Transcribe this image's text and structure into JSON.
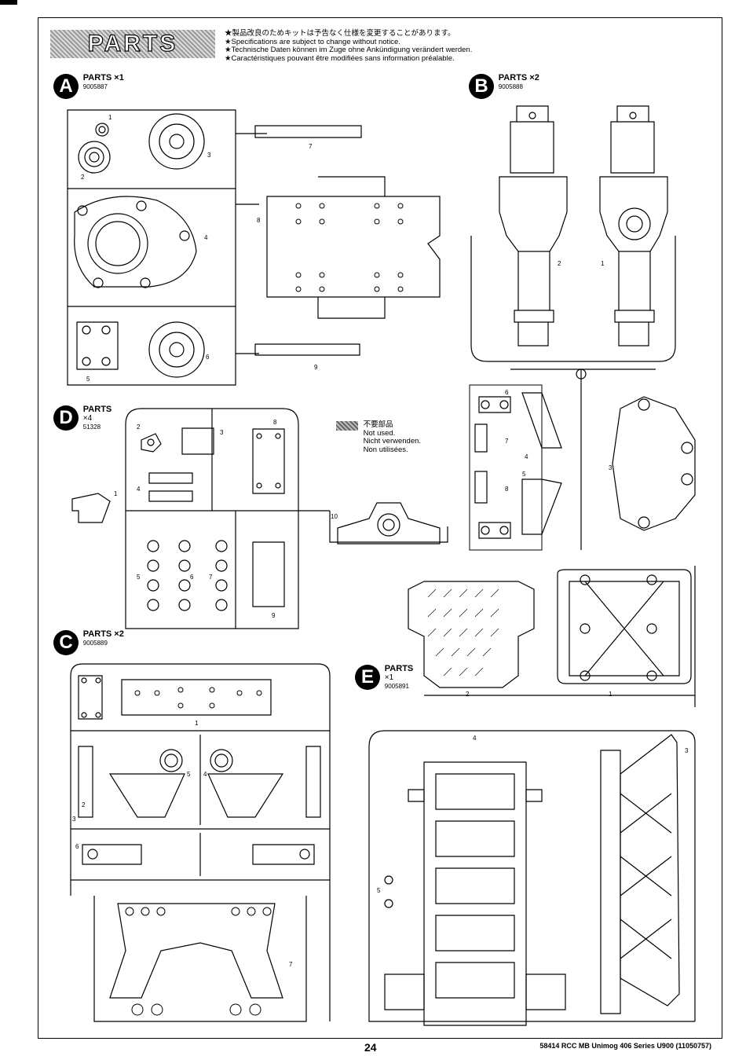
{
  "header": {
    "title": "PARTS",
    "notes": [
      "★製品改良のためキットは予告なく仕様を変更することがあります。",
      "★Specifications are subject to change without notice.",
      "★Technische Daten können im Zuge ohne Ankündigung verändert werden.",
      "★Caractéristiques pouvant être modifiées sans information préalable."
    ]
  },
  "trees": {
    "A": {
      "letter": "A",
      "label": "PARTS ×1",
      "code": "9005887"
    },
    "B": {
      "letter": "B",
      "label": "PARTS ×2",
      "code": "9005888"
    },
    "C": {
      "letter": "C",
      "label": "PARTS ×2",
      "code": "9005889"
    },
    "D": {
      "letter": "D",
      "label": "PARTS",
      "qty": "×4",
      "code": "51328"
    },
    "E": {
      "letter": "E",
      "label": "PARTS",
      "qty": "×1",
      "code": "9005891"
    }
  },
  "legend": {
    "lines": [
      "不要部品",
      "Not used.",
      "Nicht verwenden.",
      "Non utilisées."
    ]
  },
  "part_numbers": {
    "A": [
      "1",
      "2",
      "3",
      "4",
      "5",
      "6",
      "7",
      "8",
      "9"
    ],
    "B": [
      "1",
      "2",
      "3",
      "4",
      "5",
      "6",
      "7",
      "8"
    ],
    "C": [
      "1",
      "2",
      "3",
      "4",
      "5",
      "6",
      "7"
    ],
    "D": [
      "1",
      "2",
      "3",
      "4",
      "5",
      "6",
      "7",
      "8",
      "9",
      "10"
    ],
    "E": [
      "1",
      "2",
      "3",
      "4",
      "5"
    ]
  },
  "footer": {
    "page_number": "24",
    "kit_info": "58414 RCC MB Unimog 406 Series U900 (11050757)"
  }
}
